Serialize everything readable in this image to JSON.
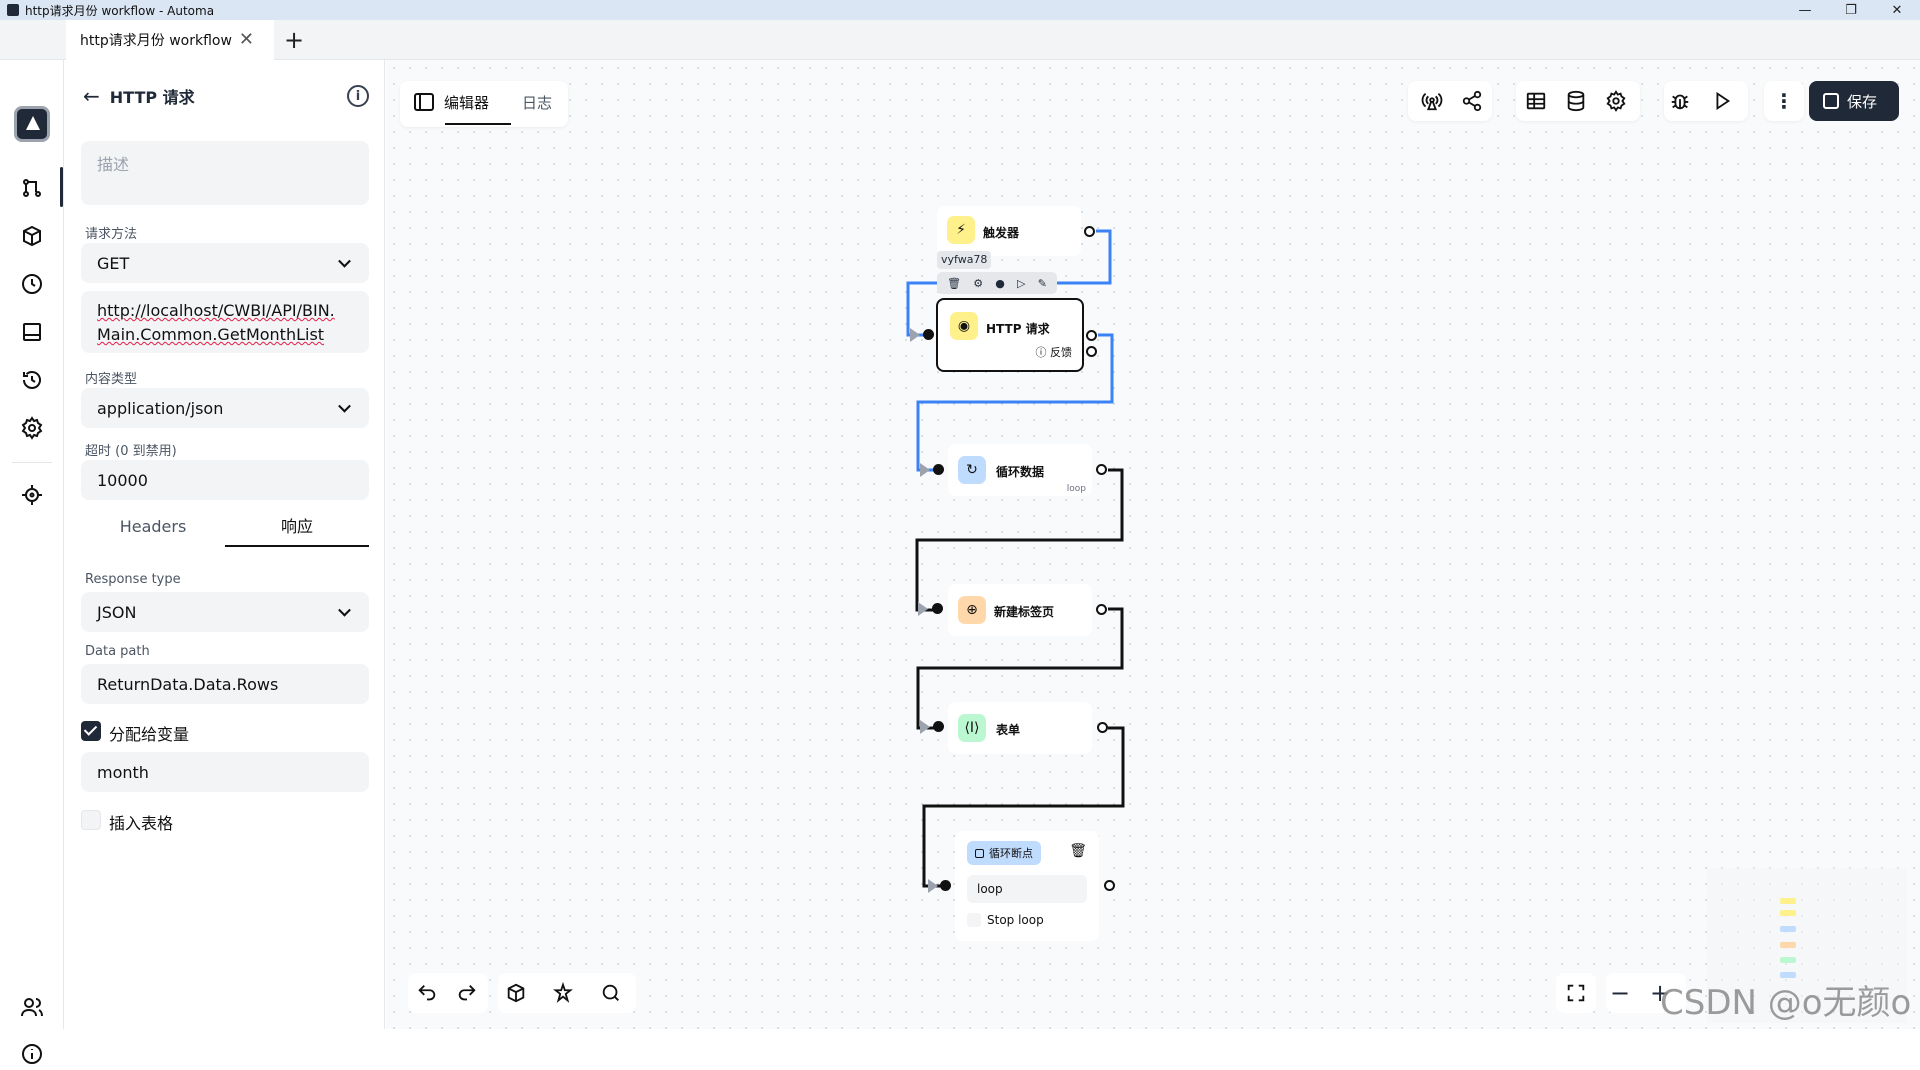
{
  "window": {
    "title": "http请求月份 workflow - Automa",
    "minimize": "—",
    "maximize": "❐",
    "close": "✕"
  },
  "tab": {
    "label": "http请求月份 workflow",
    "close": "✕",
    "new": "+"
  },
  "panel": {
    "title": "HTTP 请求",
    "description_placeholder": "描述",
    "method_label": "请求方法",
    "method_value": "GET",
    "url_line1": "http://localhost/CWBI/API/BIN.",
    "url_line2": "Main.Common.GetMonthList",
    "content_type_label": "内容类型",
    "content_type_value": "application/json",
    "timeout_label": "超时 (0 到禁用)",
    "timeout_value": "10000",
    "tab_headers": "Headers",
    "tab_response": "响应",
    "response_type_label": "Response type",
    "response_type_value": "JSON",
    "data_path_label": "Data path",
    "data_path_value": "ReturnData.Data.Rows",
    "assign_variable_label": "分配给变量",
    "assign_variable_checked": true,
    "variable_name": "month",
    "insert_table_label": "插入表格",
    "insert_table_checked": false
  },
  "editor": {
    "tab_editor": "编辑器",
    "tab_log": "日志",
    "save": "保存"
  },
  "nodes": {
    "trigger": {
      "label": "触发器",
      "id": "vyfwa78"
    },
    "http": {
      "label": "HTTP 请求",
      "feedback": "反馈"
    },
    "loop_data": {
      "label": "循环数据",
      "tag": "loop"
    },
    "new_tab": {
      "label": "新建标签页"
    },
    "form": {
      "label": "表单"
    },
    "loop_break": {
      "label": "循环断点",
      "input_value": "loop",
      "stop_label": "Stop loop"
    }
  },
  "colors": {
    "accent": "#3b82f6",
    "yellow": "#fef08a",
    "blue": "#bfdbfe",
    "orange": "#fed7aa",
    "green": "#bbf7d0"
  },
  "watermark": "CSDN @o无颜o"
}
